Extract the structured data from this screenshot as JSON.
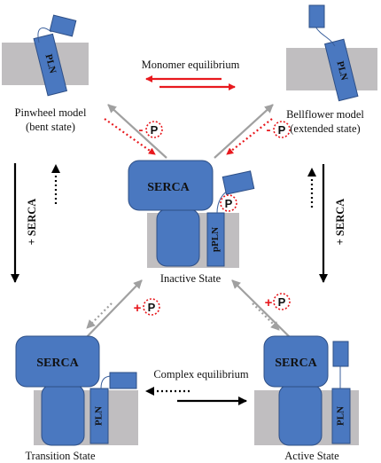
{
  "colors": {
    "blue_fill": "#4a78c0",
    "blue_stroke": "#2e4f86",
    "membrane_gray": "#c0bec0",
    "red": "#e8191e",
    "gray_arrow": "#a0a0a0",
    "black": "#000000"
  },
  "labels": {
    "monomer_equilibrium": "Monomer equilibrium",
    "complex_equilibrium": "Complex equilibrium",
    "pinwheel_line1": "Pinwheel model",
    "pinwheel_line2": "(bent state)",
    "bellflower_line1": "Bellflower model",
    "bellflower_line2": "(extended state)",
    "inactive_state": "Inactive State",
    "transition_state": "Transition State",
    "active_state": "Active State",
    "left_vertical": "+ SERCA",
    "right_vertical": "+ SERCA"
  },
  "boxes": {
    "serca": "SERCA",
    "pln": "PLN",
    "ppln": "pPLN"
  },
  "phospho": {
    "symbol": "P",
    "minus": "-",
    "plus": "+"
  }
}
